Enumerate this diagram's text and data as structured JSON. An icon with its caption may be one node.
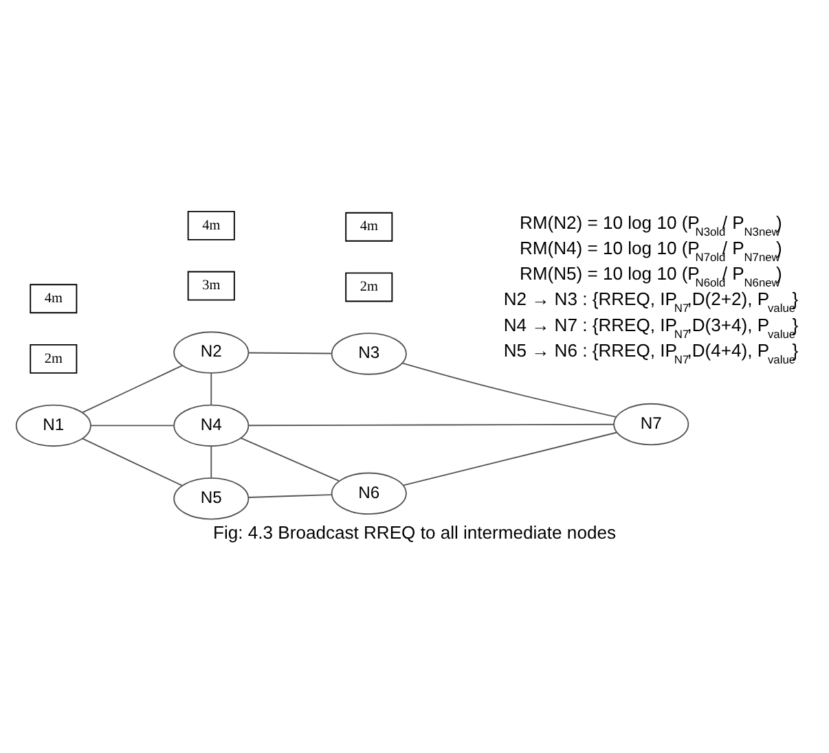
{
  "diagram": {
    "caption": "Fig: 4.3 Broadcast RREQ to all intermediate nodes",
    "nodes": [
      {
        "text": [
          "N1"
        ]
      },
      {
        "text": [
          "N2"
        ]
      },
      {
        "text": [
          "N3"
        ]
      },
      {
        "text": [
          "N4"
        ]
      },
      {
        "text": [
          "N5"
        ]
      },
      {
        "text": [
          "N6"
        ]
      },
      {
        "text": [
          "N7"
        ]
      },
      {
        "text": [
          "2m"
        ]
      },
      {
        "text": [
          "2m"
        ]
      },
      {
        "text": [
          "3m"
        ]
      },
      {
        "text": [
          "4m"
        ]
      },
      {
        "text": [
          "4m"
        ]
      },
      {
        "text": [
          "4m"
        ]
      }
    ],
    "edges": [
      {
        "from": 0,
        "to": 1,
        "arrow": "none"
      },
      {
        "from": 0,
        "to": 3,
        "arrow": "none"
      },
      {
        "from": 0,
        "to": 4,
        "arrow": "none"
      },
      {
        "from": 1,
        "to": 2,
        "arrow": "none"
      },
      {
        "from": 1,
        "to": 3,
        "arrow": "none"
      },
      {
        "from": 2,
        "to": 6,
        "arrow": "none"
      },
      {
        "from": 3,
        "to": 6,
        "arrow": "none"
      },
      {
        "from": 3,
        "to": 4,
        "arrow": "none"
      },
      {
        "from": 3,
        "to": 5,
        "arrow": "none"
      },
      {
        "from": 4,
        "to": 5,
        "arrow": "none"
      },
      {
        "from": 5,
        "to": 6,
        "arrow": "none"
      }
    ],
    "labels": [
      "RM(N2) = 10 log 10 (P$_{N3old}$/ P$_{N3new}$)",
      "RM(N4) = 10 log 10 (P$_{N7old}$/ P$_{N7new}$)",
      "RM(N5) = 10 log 10 (P$_{N6old}$/ P$_{N6new}$)",
      "N2 → N3 : {RREQ, IP$_{N7}$,D(2+2), P$_{value}$}",
      "N4 → N7 : {RREQ, IP$_{N7}$,D(3+4), P$_{value}$}",
      "N5 → N6 : {RREQ, IP$_{N7}$,D(4+4), P$_{value}$}"
    ]
  }
}
